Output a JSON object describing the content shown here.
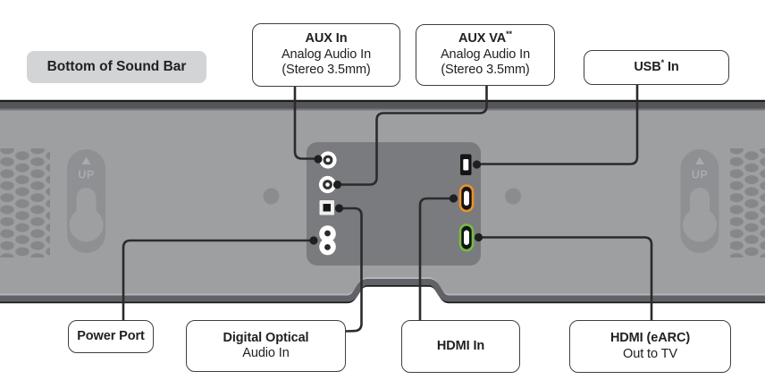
{
  "diagram_label": "Bottom of Sound Bar",
  "keyhole": {
    "up_label": "UP"
  },
  "callouts": {
    "aux_in": {
      "title": "AUX In",
      "line2": "Analog Audio In",
      "line3": "(Stereo 3.5mm)"
    },
    "aux_va": {
      "title": "AUX VA",
      "title_sup": "**",
      "line2": "Analog Audio In",
      "line3": "(Stereo 3.5mm)"
    },
    "usb": {
      "title": "USB",
      "title_sup": "*",
      "title_post": " In"
    },
    "power": {
      "title": "Power Port"
    },
    "optical": {
      "title": "Digital Optical",
      "line2": "Audio In"
    },
    "hdmi_in": {
      "title": "HDMI In"
    },
    "hdmi_earc": {
      "title": "HDMI (eARC)",
      "line2": "Out to TV"
    }
  },
  "colors": {
    "hdmi_in_ring": "#EE9127",
    "hdmi_earc_ring": "#76BD44",
    "callout_line": "#2B2B2C"
  }
}
